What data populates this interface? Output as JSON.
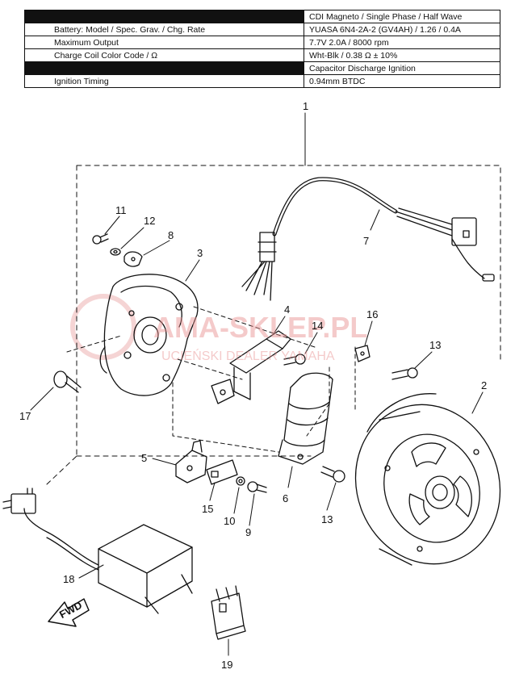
{
  "spec_table": {
    "rows": [
      {
        "label": "",
        "value": "CDI Magneto / Single Phase / Half Wave",
        "label_dark": true
      },
      {
        "label": "Battery: Model / Spec. Grav. / Chg. Rate",
        "value": "YUASA 6N4-2A-2 (GV4AH) / 1.26 / 0.4A",
        "label_dark": false
      },
      {
        "label": "Maximum Output",
        "value": "7.7V 2.0A / 8000 rpm",
        "label_dark": false
      },
      {
        "label": "Charge Coil Color Code / Ω",
        "value": "Wht-Blk / 0.38 Ω ± 10%",
        "label_dark": false
      },
      {
        "label": "",
        "value": "Capacitor Discharge Ignition",
        "label_dark": true
      },
      {
        "label": "Ignition Timing",
        "value": "0.94mm BTDC",
        "label_dark": false
      }
    ]
  },
  "watermark": {
    "main": "AMA-SKLEP.PL",
    "sub": "UCIEŃSKI DEALER YAMAHA"
  },
  "fwd_label": "FWD",
  "callouts": {
    "n1": "1",
    "n2": "2",
    "n3": "3",
    "n4": "4",
    "n5": "5",
    "n6": "6",
    "n7": "7",
    "n8": "8",
    "n9": "9",
    "n10": "10",
    "n11": "11",
    "n12": "12",
    "n13a": "13",
    "n13b": "13",
    "n14": "14",
    "n15": "15",
    "n16": "16",
    "n17": "17",
    "n18": "18",
    "n19": "19"
  }
}
